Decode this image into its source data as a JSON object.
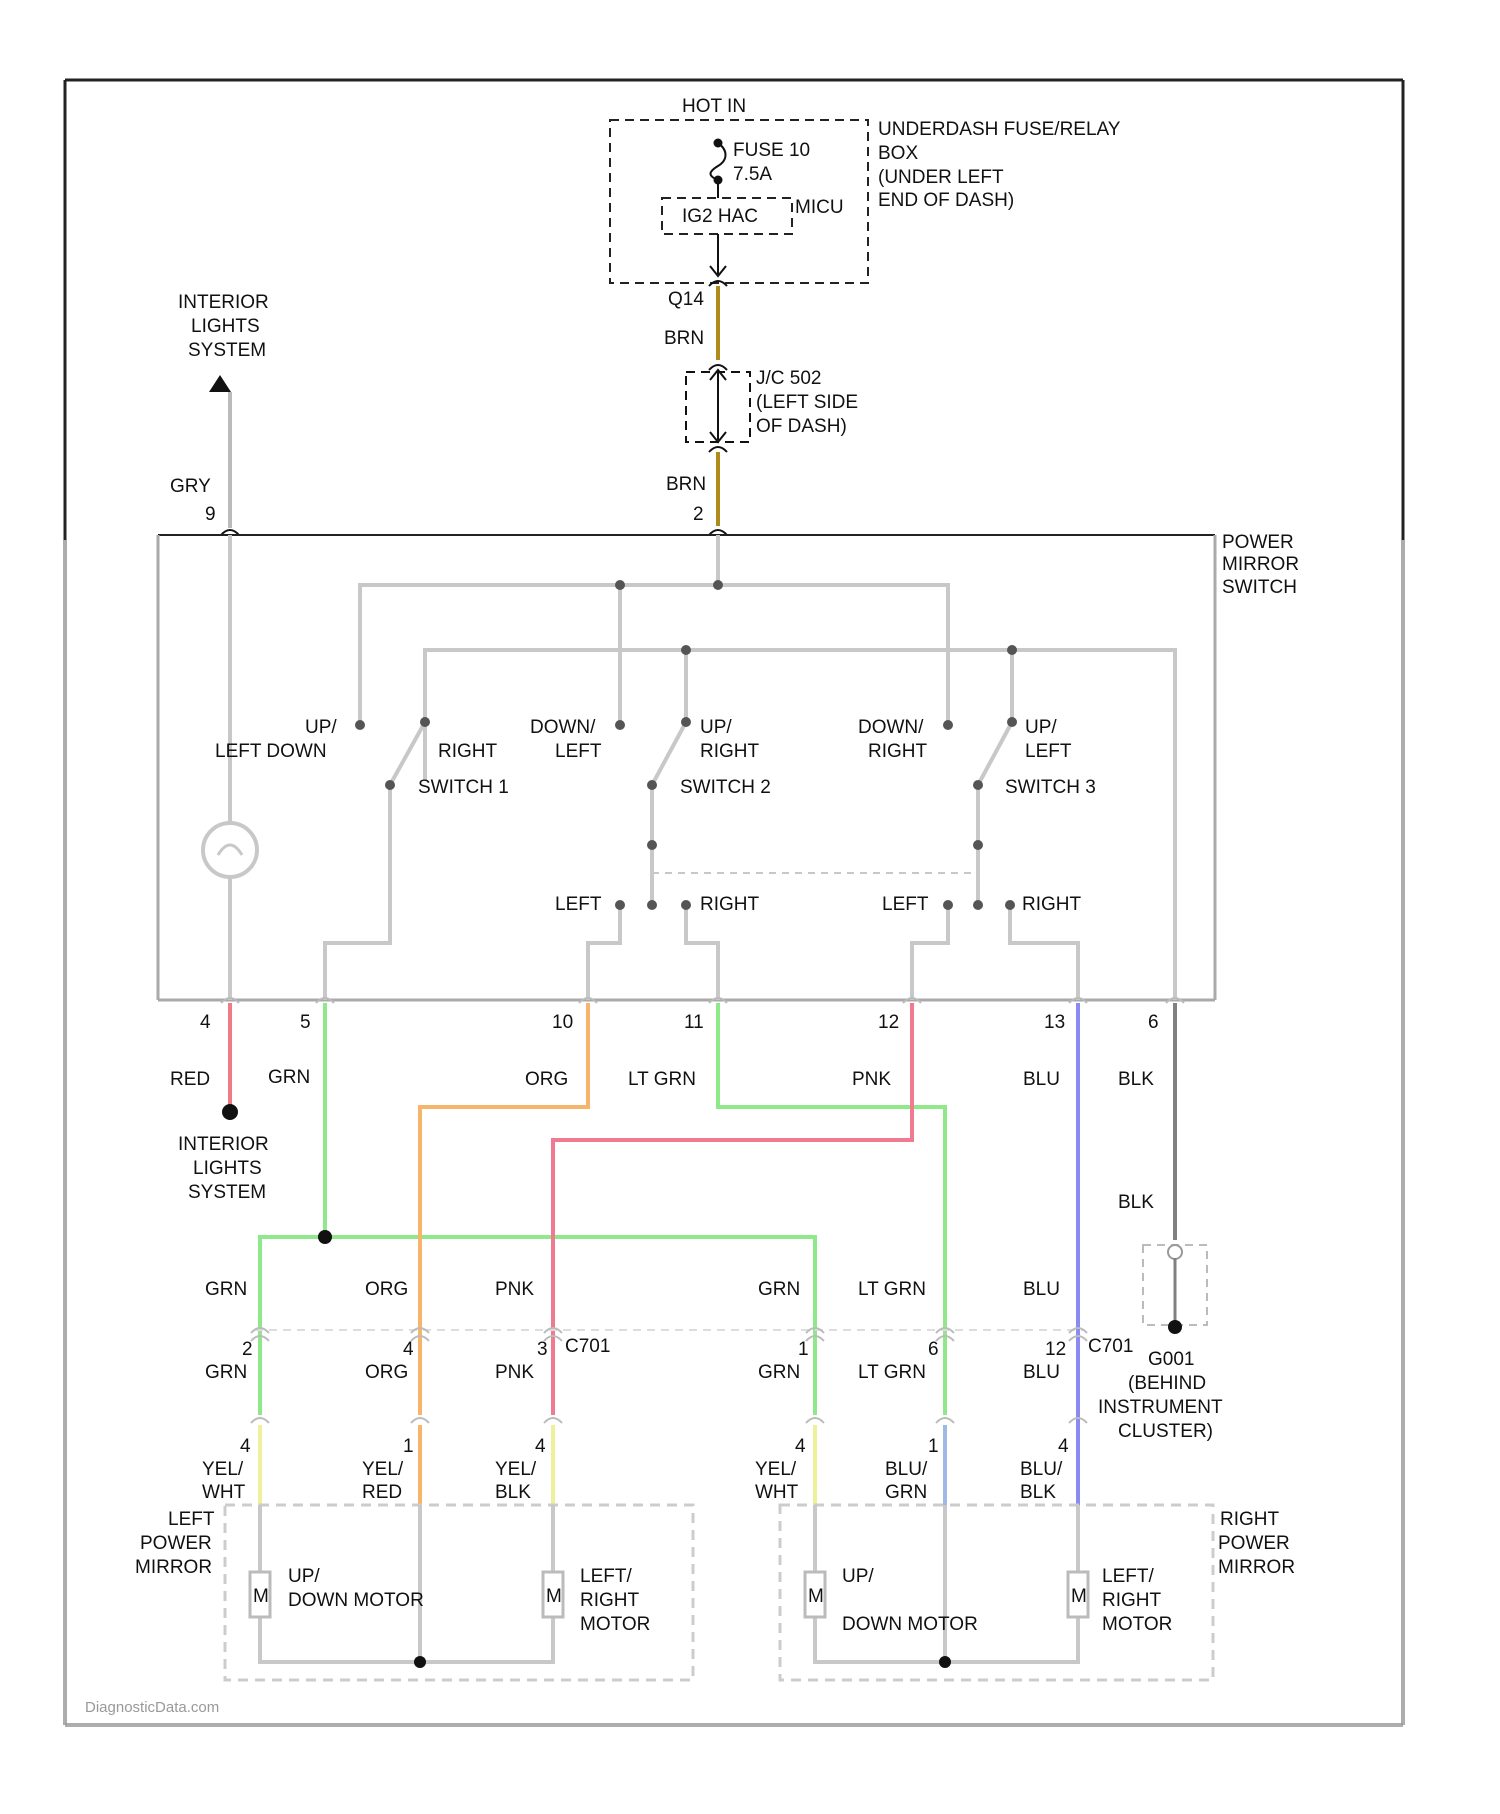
{
  "top": {
    "hot_in": "HOT IN",
    "fuse_name": "FUSE 10",
    "fuse_rating": "7.5A",
    "relay_box": [
      "UNDERDASH FUSE/RELAY",
      "BOX",
      "(UNDER LEFT",
      "END OF DASH)"
    ],
    "micu_block": "IG2 HAC",
    "micu": "MICU",
    "connector_q14": "Q14",
    "wire_brn_upper": "BRN",
    "junction": [
      "J/C 502",
      "(LEFT SIDE",
      "OF DASH)"
    ],
    "wire_brn_lower": "BRN",
    "pin_2": "2",
    "interior_lights": [
      "INTERIOR",
      "LIGHTS",
      "SYSTEM"
    ],
    "wire_gry": "GRY",
    "pin_9": "9",
    "power_mirror_switch": [
      "POWER",
      "MIRROR",
      "SWITCH"
    ]
  },
  "switch": {
    "labels": {
      "sw1_contact": "UP/",
      "sw1_contact2": "LEFT DOWN",
      "sw1_right": "RIGHT",
      "sw1_name": "SWITCH 1",
      "sw2_down": "DOWN/",
      "sw2_left": "LEFT",
      "sw2_up": "UP/",
      "sw2_right": "RIGHT",
      "sw2_name": "SWITCH 2",
      "sw3_down": "DOWN/",
      "sw3_right": "RIGHT",
      "sw3_up": "UP/",
      "sw3_left": "LEFT",
      "sw3_name": "SWITCH 3",
      "sel_left_1": "LEFT",
      "sel_right_1": "RIGHT",
      "sel_left_2": "LEFT",
      "sel_right_2": "RIGHT"
    }
  },
  "pins": [
    "4",
    "5",
    "10",
    "11",
    "12",
    "13",
    "6"
  ],
  "wires": {
    "red": "RED",
    "grn": "GRN",
    "org": "ORG",
    "lt_grn": "LT GRN",
    "pnk": "PNK",
    "blu": "BLU",
    "blk": "BLK",
    "blk2": "BLK"
  },
  "interior_lights_lower": [
    "INTERIOR",
    "LIGHTS",
    "SYSTEM"
  ],
  "ground": [
    "G001",
    "(BEHIND",
    "INSTRUMENT",
    "CLUSTER)"
  ],
  "harness_row1": [
    "GRN",
    "ORG",
    "PNK",
    "GRN",
    "LT GRN",
    "BLU"
  ],
  "harness_pins": [
    "2",
    "4",
    "3",
    "1",
    "6",
    "12"
  ],
  "harness_connector": [
    "C701",
    "C701"
  ],
  "harness_row2": [
    "GRN",
    "ORG",
    "PNK",
    "GRN",
    "LT GRN",
    "BLU"
  ],
  "mirror_pins": [
    "4",
    "1",
    "4",
    "4",
    "1",
    "4"
  ],
  "mirror_wires": [
    [
      "YEL/",
      "WHT"
    ],
    [
      "YEL/",
      "RED"
    ],
    [
      "YEL/",
      "BLK"
    ],
    [
      "YEL/",
      "WHT"
    ],
    [
      "BLU/",
      "GRN"
    ],
    [
      "BLU/",
      "BLK"
    ]
  ],
  "left_mirror": [
    "LEFT",
    "POWER",
    "MIRROR"
  ],
  "right_mirror": [
    "RIGHT",
    "POWER",
    "MIRROR"
  ],
  "motors": {
    "m": "M",
    "l_updown": [
      "UP/",
      "DOWN MOTOR"
    ],
    "l_leftright": [
      "LEFT/",
      "RIGHT",
      "MOTOR"
    ],
    "r_updown": [
      "UP/",
      "DOWN MOTOR"
    ],
    "r_leftright": [
      "LEFT/",
      "RIGHT",
      "MOTOR"
    ]
  },
  "watermark": "DiagnosticData.com",
  "colors": {
    "brn": "#b08a1a",
    "gry": "#c0c0c0",
    "red": "#f07a86",
    "grn": "#8fe88a",
    "org": "#f6b56a",
    "lt_grn": "#8fe88a",
    "pnk": "#f07a90",
    "blu": "#8a8af2",
    "blk": "#808080",
    "yel": "#eef09a",
    "blu_grn": "#9fb8e6",
    "frame": "#222222",
    "internal": "#c8c8c8"
  }
}
